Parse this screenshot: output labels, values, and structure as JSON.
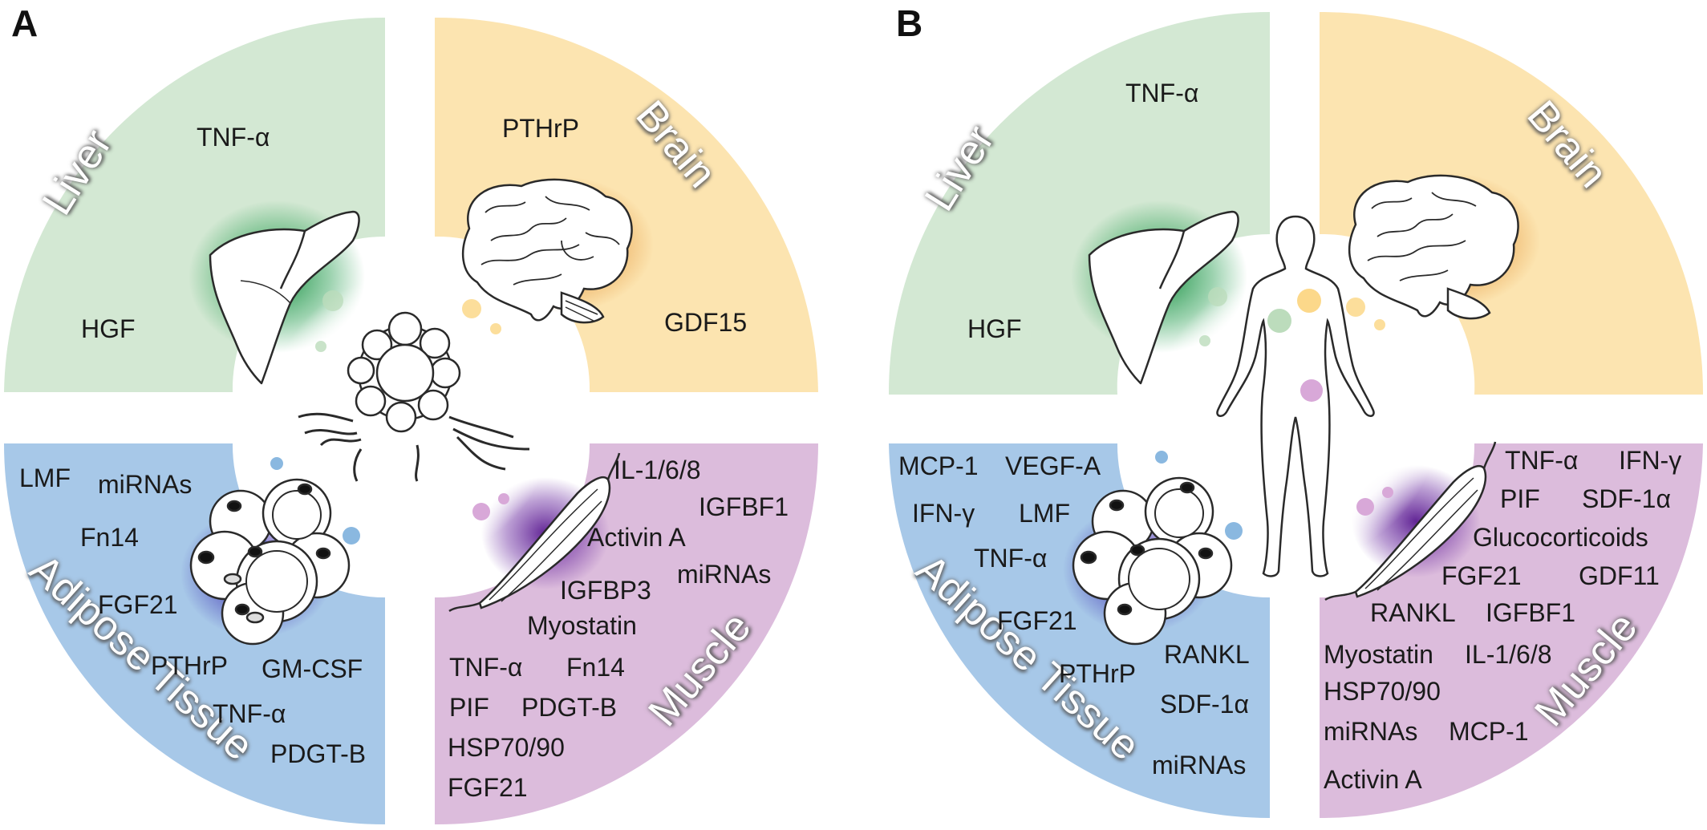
{
  "panels": [
    {
      "letter": "A",
      "organs": {
        "liver": "Liver",
        "brain": "Brain",
        "adipose": "Adipose Tissue",
        "muscle": "Muscle"
      },
      "liver_factors": [
        "TNF-α",
        "HGF"
      ],
      "brain_factors": [
        "PTHrP",
        "GDF15"
      ],
      "adipose_factors": [
        "LMF",
        "miRNAs",
        "Fn14",
        "FGF21",
        "PTHrP",
        "GM-CSF",
        "TNF-α",
        "PDGT-B"
      ],
      "muscle_factors": [
        "IL-1/6/8",
        "IGFBF1",
        "Activin A",
        "miRNAs",
        "IGFBP3",
        "Myostatin",
        "TNF-α",
        "Fn14",
        "PIF",
        "PDGT-B",
        "HSP70/90",
        "FGF21"
      ]
    },
    {
      "letter": "B",
      "organs": {
        "liver": "Liver",
        "brain": "Brain",
        "adipose": "Adipose Tissue",
        "muscle": "Muscle"
      },
      "liver_factors": [
        "TNF-α",
        "HGF"
      ],
      "brain_factors": [],
      "adipose_factors": [
        "MCP-1",
        "VEGF-A",
        "IFN-γ",
        "LMF",
        "TNF-α",
        "FGF21",
        "PTHrP",
        "RANKL",
        "SDF-1α",
        "miRNAs"
      ],
      "muscle_factors": [
        "TNF-α",
        "IFN-γ",
        "PIF",
        "SDF-1α",
        "Glucocorticoids",
        "FGF21",
        "GDF11",
        "RANKL",
        "IGFBF1",
        "Myostatin",
        "IL-1/6/8",
        "HSP70/90",
        "miRNAs",
        "MCP-1",
        "Activin A"
      ]
    }
  ],
  "colors": {
    "liver": "#d3e8d3",
    "brain": "#fce4b0",
    "adipose": "#a7c8e8",
    "muscle": "#dcbcdc",
    "liver_glow": "#1f9a4a",
    "brain_glow": "#e08a2a",
    "adipose_glow": "#3a2ab0",
    "muscle_glow": "#6a2aa0"
  },
  "icons": [
    "liver-icon",
    "brain-icon",
    "tumor-icon",
    "adipocyte-icon",
    "muscle-icon",
    "human-body-icon"
  ]
}
